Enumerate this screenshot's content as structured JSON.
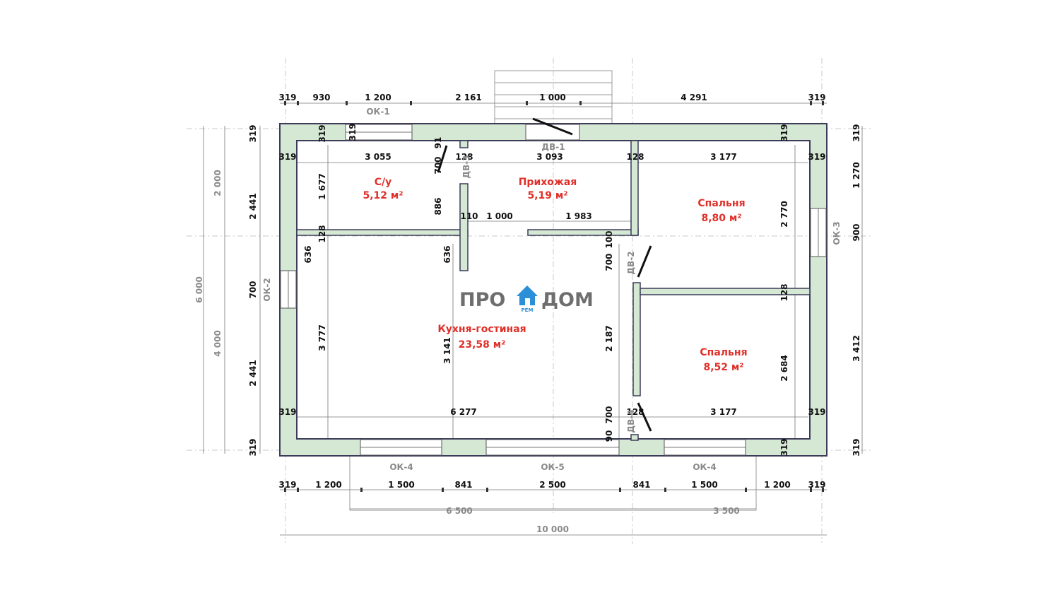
{
  "dims": {
    "top_319_left": "319",
    "top_930": "930",
    "top_1200": "1 200",
    "top_2161": "2 161",
    "top_1000": "1 000",
    "top_4291": "4 291",
    "top_319_right": "319",
    "inner_319_l": "319",
    "inner_3055": "3 055",
    "inner_128_a": "128",
    "inner_3093": "3 093",
    "inner_128_b": "128",
    "inner_3177_top": "3 177",
    "inner_319_r": "319",
    "v_91": "91",
    "v_700_dv3": "700",
    "v_319_top": "319",
    "v_1677": "1 677",
    "v_886": "886",
    "h_110": "110",
    "h_1000_mid": "1 000",
    "h_1983": "1 983",
    "v_128_cl": "128",
    "v_636_l": "636",
    "v_636_r": "636",
    "v_100": "100",
    "v_700_dv2": "700",
    "v_2770": "2 770",
    "v_128_bed": "128",
    "v_3777": "3 777",
    "v_3141": "3 141",
    "v_2187": "2 187",
    "v_2684": "2 684",
    "bot_319_l": "319",
    "bot_6277": "6 277",
    "bot_700": "700",
    "bot_128": "128",
    "bot_3177": "3 177",
    "bot_319_r": "319",
    "v_90": "90",
    "b_319_l": "319",
    "b_1200_l": "1 200",
    "b_1500_l": "1 500",
    "b_841_l": "841",
    "b_2500": "2 500",
    "b_841_r": "841",
    "b_1500_r": "1 500",
    "b_1200_r": "1 200",
    "b_319_r": "319",
    "b_6500": "6 500",
    "b_3500": "3 500",
    "b_10000": "10 000",
    "l_6000": "6 000",
    "l_2000": "2 000",
    "l_4000": "4 000",
    "l_319_top": "319",
    "l_2441_top": "2 441",
    "l_700": "700",
    "l_2441_bot": "2 441",
    "l_319_bot": "319",
    "r_319_top": "319",
    "r_1270": "1 270",
    "r_900": "900",
    "r_3412": "3 412",
    "r_319_bot": "319",
    "ri_319_top": "319",
    "ri_319_bot": "319"
  },
  "labels": {
    "ok1": "ОК-1",
    "ok2": "ОК-2",
    "ok3": "ОК-3",
    "ok4_l": "ОК-4",
    "ok5": "ОК-5",
    "ok4_r": "ОК-4",
    "dv1": "ДВ-1",
    "dv2": "ДВ-2",
    "dv3": "ДВ-3",
    "dv4": "ДВ-4"
  },
  "rooms": {
    "wc_name": "С/у",
    "wc_area": "5,12 м²",
    "hall_name": "Прихожая",
    "hall_area": "5,19 м²",
    "bed1_name": "Спальня",
    "bed1_area": "8,80 м²",
    "kitchen_name": "Кухня-гостиная",
    "kitchen_area": "23,58 м²",
    "bed2_name": "Спальня",
    "bed2_area": "8,52 м²"
  },
  "logo": {
    "left": "ПРО",
    "right": "ДОМ",
    "small": "РЕМ"
  },
  "colors": {
    "wall_fill": "#d5e8d4",
    "wall_stroke": "#3c3c5a",
    "room_text": "#e0302a",
    "logo_blue": "#2a8fd6"
  }
}
